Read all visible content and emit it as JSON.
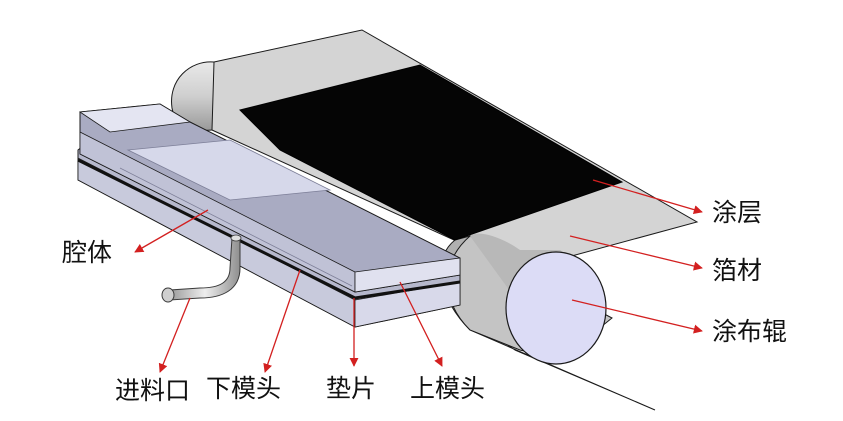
{
  "labels": {
    "coating": "涂层",
    "foil": "箔材",
    "roller": "涂布辊",
    "cavity": "腔体",
    "inlet": "进料口",
    "lower_die": "下模头",
    "shim": "垫片",
    "upper_die": "上模头"
  },
  "colors": {
    "foil_top": "#d2d2d2",
    "foil_dark": "#a8a8a8",
    "coating": "#050505",
    "roller_face": "#dcdcf6",
    "die_body": "#b6b8cc",
    "die_light": "#dadcec",
    "arrow": "#d32020",
    "outline": "#1a1a1a"
  }
}
